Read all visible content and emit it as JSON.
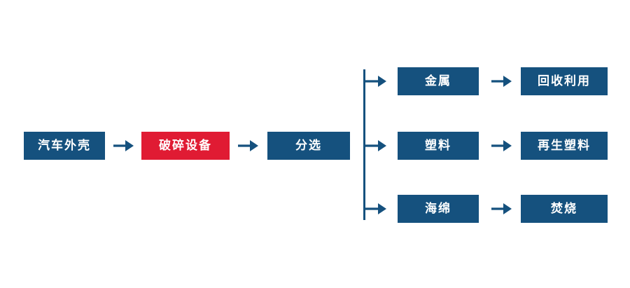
{
  "colors": {
    "primary_blue": "#15517E",
    "accent_red": "#E01B33",
    "box_text": "#FFFFFF",
    "background": "#FFFFFF"
  },
  "diagram": {
    "type": "flowchart",
    "main_flow": [
      {
        "label": "汽车外壳",
        "highlight": false
      },
      {
        "label": "破碎设备",
        "highlight": true
      },
      {
        "label": "分选",
        "highlight": false
      }
    ],
    "branches": [
      {
        "material": "金属",
        "outcome": "回收利用"
      },
      {
        "material": "塑料",
        "outcome": "再生塑料"
      },
      {
        "material": "海绵",
        "outcome": "焚烧"
      }
    ]
  }
}
